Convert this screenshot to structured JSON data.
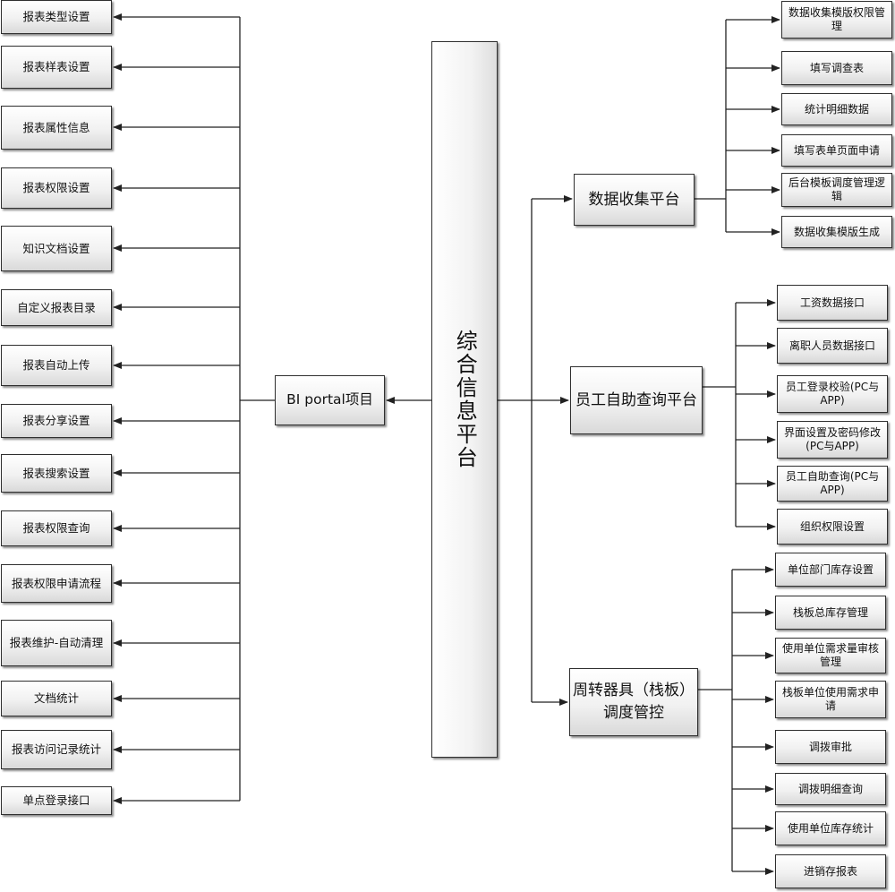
{
  "core": "综合信息平台",
  "portal": {
    "title": "BI portal项目",
    "items": [
      "报表类型设置",
      "报表样表设置",
      "报表属性信息",
      "报表权限设置",
      "知识文档设置",
      "自定义报表目录",
      "报表自动上传",
      "报表分享设置",
      "报表搜索设置",
      "报表权限查询",
      "报表权限申请流程",
      "报表维护-自动清理",
      "文档统计",
      "报表访问记录统计",
      "单点登录接口"
    ]
  },
  "branches": [
    {
      "title": "数据收集平台",
      "items": [
        "数据收集模版权限管理",
        "填写调查表",
        "统计明细数据",
        "填写表单页面申请",
        "后台模板调度管理逻辑",
        "数据收集模版生成"
      ]
    },
    {
      "title": "员工自助查询平台",
      "items": [
        "工资数据接口",
        "离职人员数据接口",
        "员工登录校验(PC与APP)",
        "界面设置及密码修改(PC与APP)",
        "员工自助查询(PC与APP)",
        "组织权限设置"
      ]
    },
    {
      "title": "周转器具（栈板）调度管控",
      "items": [
        "单位部门库存设置",
        "栈板总库存管理",
        "使用单位需求量审核管理",
        "栈板单位使用需求申请",
        "调拨审批",
        "调拨明细查询",
        "使用单位库存统计",
        "进销存报表"
      ]
    }
  ]
}
